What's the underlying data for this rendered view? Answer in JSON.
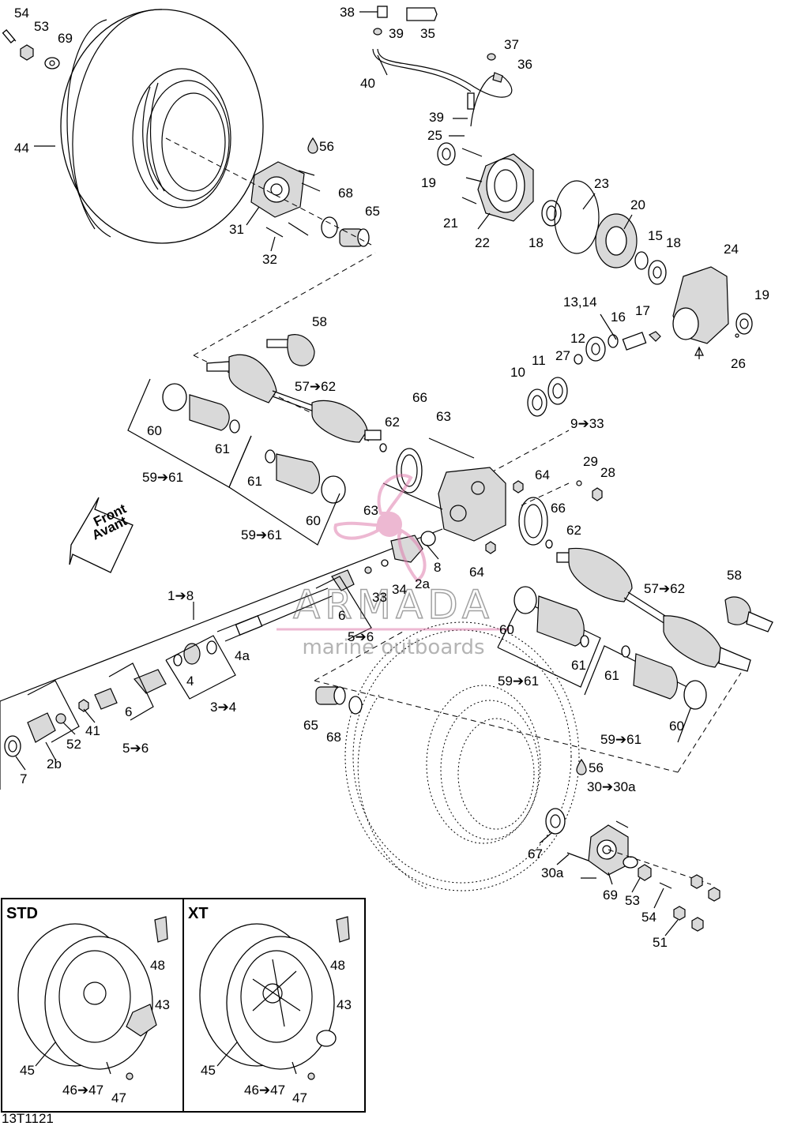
{
  "diagram_code": "13T1121",
  "front_badge": {
    "line1": "Front",
    "line2": "Avant"
  },
  "box_std": "STD",
  "box_xt": "XT",
  "watermark": {
    "brand": "ARMADA",
    "tagline": "marine outboards"
  },
  "labels": [
    {
      "id": "l54a",
      "text": "54"
    },
    {
      "id": "l53a",
      "text": "53"
    },
    {
      "id": "l69a",
      "text": "69"
    },
    {
      "id": "l44",
      "text": "44"
    },
    {
      "id": "l56a",
      "text": "56"
    },
    {
      "id": "l68a",
      "text": "68"
    },
    {
      "id": "l65a",
      "text": "65"
    },
    {
      "id": "l31",
      "text": "31"
    },
    {
      "id": "l32",
      "text": "32"
    },
    {
      "id": "l38",
      "text": "38"
    },
    {
      "id": "l39a",
      "text": "39"
    },
    {
      "id": "l35",
      "text": "35"
    },
    {
      "id": "l40",
      "text": "40"
    },
    {
      "id": "l37",
      "text": "37"
    },
    {
      "id": "l36",
      "text": "36"
    },
    {
      "id": "l39b",
      "text": "39"
    },
    {
      "id": "l25",
      "text": "25"
    },
    {
      "id": "l19a",
      "text": "19"
    },
    {
      "id": "l21",
      "text": "21"
    },
    {
      "id": "l22",
      "text": "22"
    },
    {
      "id": "l18a",
      "text": "18"
    },
    {
      "id": "l23",
      "text": "23"
    },
    {
      "id": "l20",
      "text": "20"
    },
    {
      "id": "l15",
      "text": "15"
    },
    {
      "id": "l18b",
      "text": "18"
    },
    {
      "id": "l24",
      "text": "24"
    },
    {
      "id": "l19b",
      "text": "19"
    },
    {
      "id": "l1314",
      "text": "13,14"
    },
    {
      "id": "l16",
      "text": "16"
    },
    {
      "id": "l17",
      "text": "17"
    },
    {
      "id": "l26",
      "text": "26"
    },
    {
      "id": "l12",
      "text": "12"
    },
    {
      "id": "l27",
      "text": "27"
    },
    {
      "id": "l11",
      "text": "11"
    },
    {
      "id": "l10",
      "text": "10"
    },
    {
      "id": "l933",
      "text": "9➔33"
    },
    {
      "id": "l58a",
      "text": "58"
    },
    {
      "id": "l5762a",
      "text": "57➔62"
    },
    {
      "id": "l60a",
      "text": "60"
    },
    {
      "id": "l61a",
      "text": "61"
    },
    {
      "id": "l5961a",
      "text": "59➔61"
    },
    {
      "id": "l61b",
      "text": "61"
    },
    {
      "id": "l60b",
      "text": "60"
    },
    {
      "id": "l5961b",
      "text": "59➔61"
    },
    {
      "id": "l62a",
      "text": "62"
    },
    {
      "id": "l66a",
      "text": "66"
    },
    {
      "id": "l63a",
      "text": "63"
    },
    {
      "id": "l64a",
      "text": "64"
    },
    {
      "id": "l29",
      "text": "29"
    },
    {
      "id": "l28",
      "text": "28"
    },
    {
      "id": "l63b",
      "text": "63"
    },
    {
      "id": "l66b",
      "text": "66"
    },
    {
      "id": "l62b",
      "text": "62"
    },
    {
      "id": "l64b",
      "text": "64"
    },
    {
      "id": "l8",
      "text": "8"
    },
    {
      "id": "l2a",
      "text": "2a"
    },
    {
      "id": "l34",
      "text": "34"
    },
    {
      "id": "l33",
      "text": "33"
    },
    {
      "id": "l18",
      "text": "1➔8"
    },
    {
      "id": "l6a",
      "text": "6"
    },
    {
      "id": "l56b",
      "text": "5➔6"
    },
    {
      "id": "l4a",
      "text": "4a"
    },
    {
      "id": "l4",
      "text": "4"
    },
    {
      "id": "l34b",
      "text": "3➔4"
    },
    {
      "id": "l6b",
      "text": "6"
    },
    {
      "id": "l41",
      "text": "41"
    },
    {
      "id": "l52",
      "text": "52"
    },
    {
      "id": "l56c",
      "text": "5➔6"
    },
    {
      "id": "l2b",
      "text": "2b"
    },
    {
      "id": "l7",
      "text": "7"
    },
    {
      "id": "l58b",
      "text": "58"
    },
    {
      "id": "l5762b",
      "text": "57➔62"
    },
    {
      "id": "l60c",
      "text": "60"
    },
    {
      "id": "l61c",
      "text": "61"
    },
    {
      "id": "l5961c",
      "text": "59➔61"
    },
    {
      "id": "l61d",
      "text": "61"
    },
    {
      "id": "l60d",
      "text": "60"
    },
    {
      "id": "l5961d",
      "text": "59➔61"
    },
    {
      "id": "l65b",
      "text": "65"
    },
    {
      "id": "l68b",
      "text": "68"
    },
    {
      "id": "l56d",
      "text": "56"
    },
    {
      "id": "l3030a",
      "text": "30➔30a"
    },
    {
      "id": "l67",
      "text": "67"
    },
    {
      "id": "l30a",
      "text": "30a"
    },
    {
      "id": "l69b",
      "text": "69"
    },
    {
      "id": "l53b",
      "text": "53"
    },
    {
      "id": "l54b",
      "text": "54"
    },
    {
      "id": "l51",
      "text": "51"
    },
    {
      "id": "l48a",
      "text": "48"
    },
    {
      "id": "l43a",
      "text": "43"
    },
    {
      "id": "l45a",
      "text": "45"
    },
    {
      "id": "l4647a",
      "text": "46➔47"
    },
    {
      "id": "l47a",
      "text": "47"
    },
    {
      "id": "l48b",
      "text": "48"
    },
    {
      "id": "l43b",
      "text": "43"
    },
    {
      "id": "l45b",
      "text": "45"
    },
    {
      "id": "l4647b",
      "text": "46➔47"
    },
    {
      "id": "l47b",
      "text": "47"
    }
  ]
}
